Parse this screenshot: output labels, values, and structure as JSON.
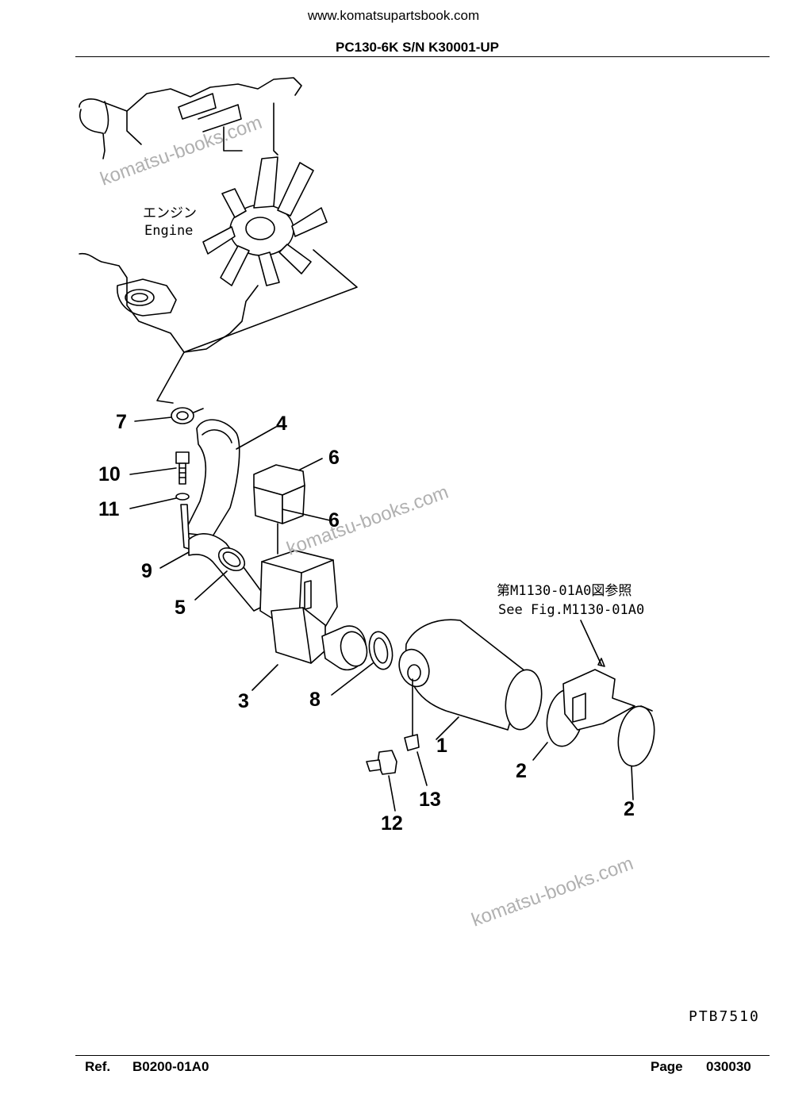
{
  "header": {
    "site": "www.komatsupartsbook.com",
    "model": "PC130-6K S/N K30001-UP"
  },
  "diagram": {
    "engine_label_jp": "エンジン",
    "engine_label_en": "Engine",
    "see_fig_jp": "第M1130-01A0図参照",
    "see_fig_en": "See Fig.M1130-01A0",
    "drawing_code": "PTB7510",
    "watermark": "komatsu-books.com",
    "callouts": {
      "c1": "1",
      "c2a": "2",
      "c2b": "2",
      "c3": "3",
      "c4": "4",
      "c5": "5",
      "c6a": "6",
      "c6b": "6",
      "c7": "7",
      "c8": "8",
      "c9": "9",
      "c10": "10",
      "c11": "11",
      "c12": "12",
      "c13": "13"
    }
  },
  "footer": {
    "ref_label": "Ref.",
    "ref_code": "B0200-01A0",
    "page_label": "Page",
    "page_number": "030030"
  }
}
